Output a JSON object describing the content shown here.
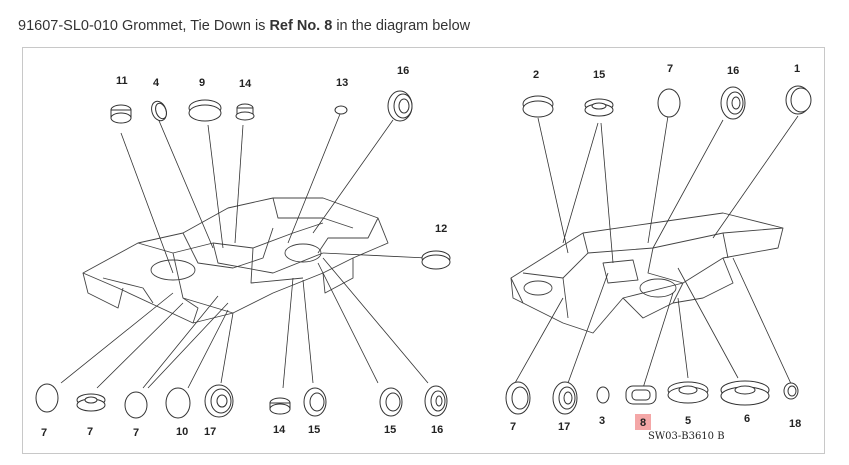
{
  "caption": {
    "part": "91607-SL0-010 Grommet, Tie Down is ",
    "ref": "Ref No. 8",
    "suffix": " in the diagram below"
  },
  "diagram": {
    "code": "SW03-B3610 B",
    "highlight_color": "#f4a7a7",
    "left_labels": [
      "11",
      "4",
      "9",
      "14",
      "13",
      "16",
      "12",
      "7",
      "7",
      "7",
      "10",
      "17",
      "14",
      "15",
      "15",
      "16"
    ],
    "right_labels": [
      "2",
      "15",
      "7",
      "16",
      "1",
      "7",
      "17",
      "3",
      "8",
      "5",
      "6",
      "18"
    ]
  }
}
